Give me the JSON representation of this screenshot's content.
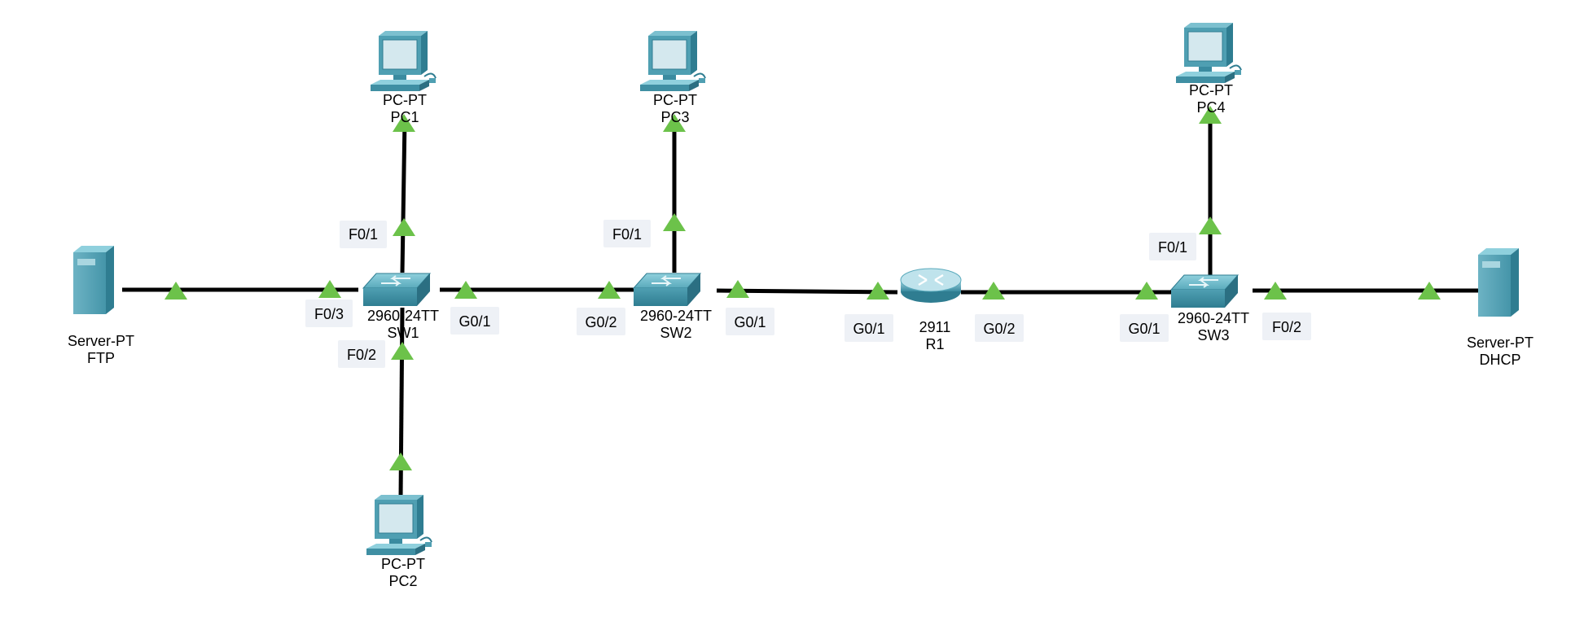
{
  "devices": {
    "ftp": {
      "model": "Server-PT",
      "name": "FTP"
    },
    "dhcp": {
      "model": "Server-PT",
      "name": "DHCP"
    },
    "pc1": {
      "model": "PC-PT",
      "name": "PC1"
    },
    "pc2": {
      "model": "PC-PT",
      "name": "PC2"
    },
    "pc3": {
      "model": "PC-PT",
      "name": "PC3"
    },
    "pc4": {
      "model": "PC-PT",
      "name": "PC4"
    },
    "sw1": {
      "model": "2960-24TT",
      "name": "SW1"
    },
    "sw2": {
      "model": "2960-24TT",
      "name": "SW2"
    },
    "sw3": {
      "model": "2960-24TT",
      "name": "SW3"
    },
    "r1": {
      "model": "2911",
      "name": "R1"
    }
  },
  "ports": {
    "sw1_f01": "F0/1",
    "sw1_f02": "F0/2",
    "sw1_f03": "F0/3",
    "sw1_g01": "G0/1",
    "sw2_f01": "F0/1",
    "sw2_g02": "G0/2",
    "sw2_g01": "G0/1",
    "r1_g01": "G0/1",
    "r1_g02": "G0/2",
    "sw3_f01": "F0/1",
    "sw3_g01": "G0/1",
    "sw3_f02": "F0/2"
  },
  "colors": {
    "link_up": "#6cc24a",
    "cable": "#000000",
    "device_teal": "#3f8fa3",
    "port_label_bg": "#eef1f6"
  }
}
